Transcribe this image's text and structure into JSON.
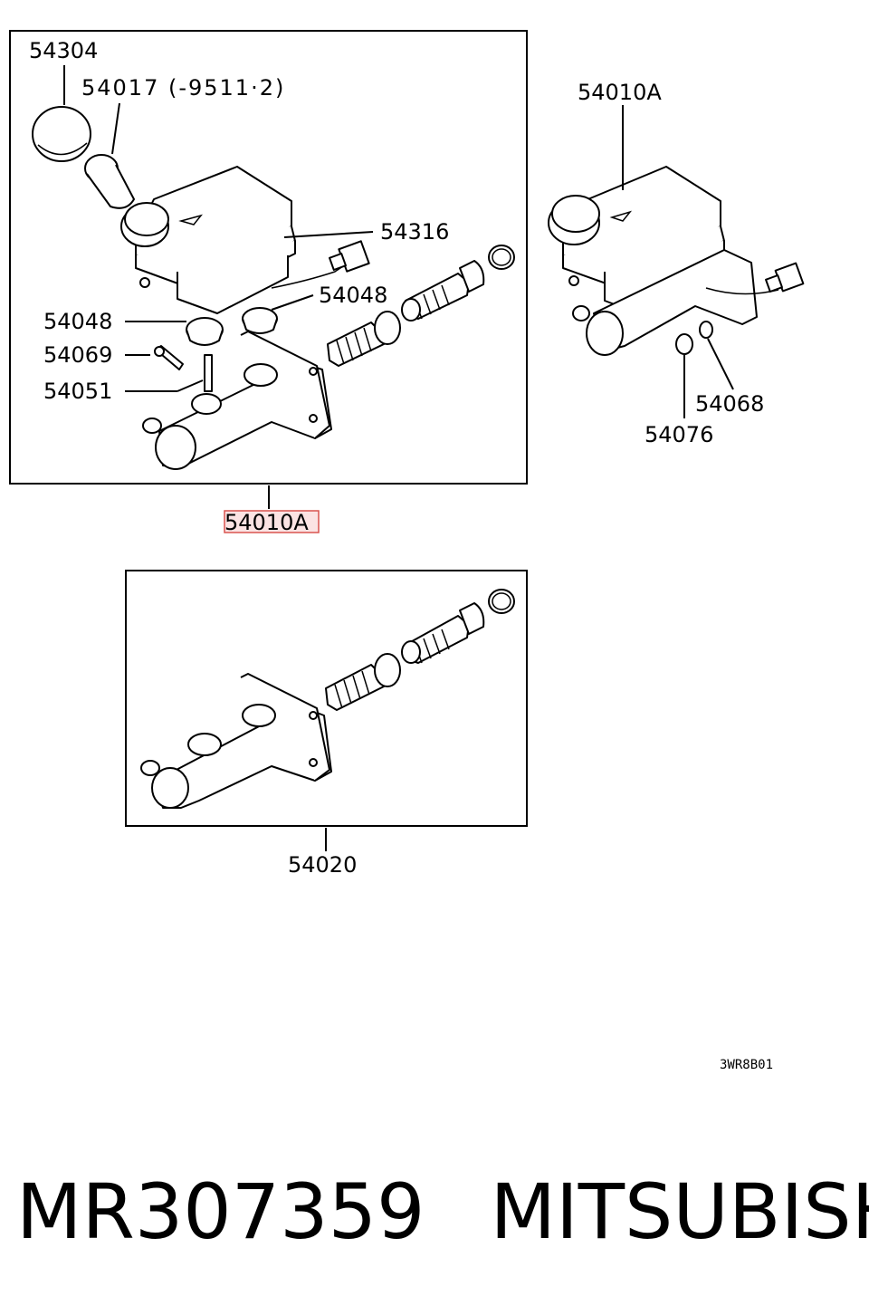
{
  "labels": {
    "cap": "54304",
    "strainer": "54017 (-9511·2)",
    "sensor": "54316",
    "grommet_right": "54048",
    "grommet_left": "54048",
    "bolt": "54069",
    "pin": "54051",
    "assy_right": "54010A",
    "nut_top": "54068",
    "nut_bottom": "54076",
    "assy_highlight": "54010A",
    "cylinder_only": "54020",
    "diagram_code": "3WR8B01"
  },
  "caption": {
    "part_number": "MR307359",
    "brand": "MITSUBISHI"
  },
  "colors": {
    "highlight_border": "#d9534f",
    "highlight_fill": "#fbe3e3"
  }
}
